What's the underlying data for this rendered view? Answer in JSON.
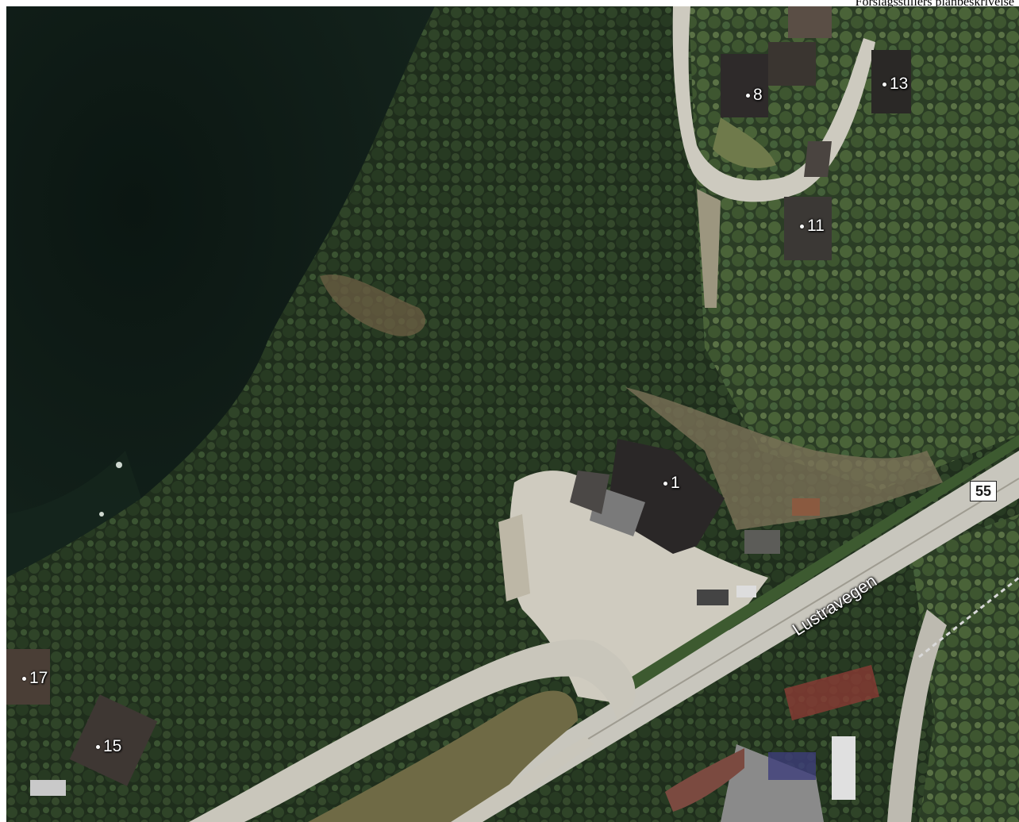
{
  "header": {
    "title": "Forslagsstillers planbeskrivelse"
  },
  "map": {
    "addresses": [
      "8",
      "13",
      "11",
      "1",
      "17",
      "15"
    ],
    "road_name": "Lustravegen",
    "route_number": "55"
  }
}
